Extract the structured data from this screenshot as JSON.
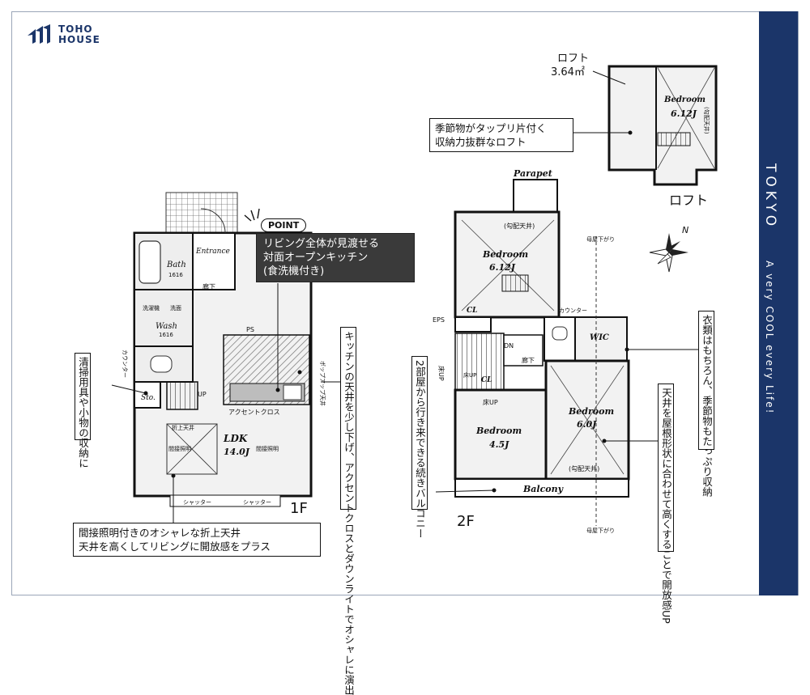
{
  "brand": {
    "logo_line1": "TOHO",
    "logo_line2": "HOUSE"
  },
  "side": {
    "city": "TOKYO",
    "tagline": "A very COOL every Life!"
  },
  "floors": {
    "f1": "1F",
    "f2": "2F",
    "loft_floor": "ロフト"
  },
  "loft": {
    "name": "ロフト",
    "area": "3.64㎡",
    "bedroom": "Bedroom",
    "bedroom_size": "6.12J",
    "slope": "(勾配天井)"
  },
  "rooms_2f": {
    "parapet": "Parapet",
    "bedroom_a": "Bedroom",
    "bedroom_a_size": "6.12J",
    "slope_a": "(勾配天井)",
    "cl_a": "CL",
    "cl_b": "CL",
    "eps": "EPS",
    "wic": "WIC",
    "dn": "DN",
    "corridor": "廊下",
    "bedroom_b": "Bedroom",
    "bedroom_b_size": "4.5J",
    "bedroom_c": "Bedroom",
    "bedroom_c_size": "6.0J",
    "slope_c": "(勾配天井)",
    "balcony": "Balcony",
    "counter": "カウンター",
    "floor_up_a": "床UP",
    "floor_up_b": "床UP",
    "floor_up_c": "床UP",
    "roof_line_a": "母屋下がり",
    "roof_line_b": "母屋下がり"
  },
  "rooms_1f": {
    "entrance": "Entrance",
    "bath": "Bath",
    "bath_size": "1616",
    "wash": "Wash",
    "wash_size": "1616",
    "storage": "Sto.",
    "corridor": "廊下",
    "ps": "PS",
    "up": "UP",
    "ldk": "LDK",
    "ldk_size": "14.0J",
    "accent_cross": "アクセントクロス",
    "popup_ceiling": "ポップアップ天井",
    "counter": "カウンター",
    "shutter_a": "シャッター",
    "shutter_b": "シャッター",
    "fold_ceiling": "折上天井",
    "indirect_a": "間接照明",
    "indirect_b": "間接照明",
    "linen": "洗濯機",
    "laundry": "洗面"
  },
  "callouts": {
    "point": "POINT",
    "point_text": [
      "リビング全体が見渡せる",
      "対面オープンキッチン",
      "(食洗機付き)"
    ],
    "loft_note": [
      "季節物がタップリ片付く",
      "収納力抜群なロフト"
    ],
    "kitchen_ceiling": "キッチンの天井を少し下げ、アクセントクロスとダウンライトでオシャレに演出",
    "storage_note": "清掃用具や小物の収納に",
    "balcony_note": "2部屋から行き来できる続きバルコニー",
    "ceiling_note": "天井を屋根形状に合わせて高くすることで開放感UP",
    "wic_note": "衣類はもちろん、季節物もたっぷり収納",
    "ldk_note": [
      "間接照明付きのオシャレな折上天井",
      "天井を高くしてリビングに開放感をプラス"
    ]
  },
  "compass": {
    "north": "N"
  }
}
